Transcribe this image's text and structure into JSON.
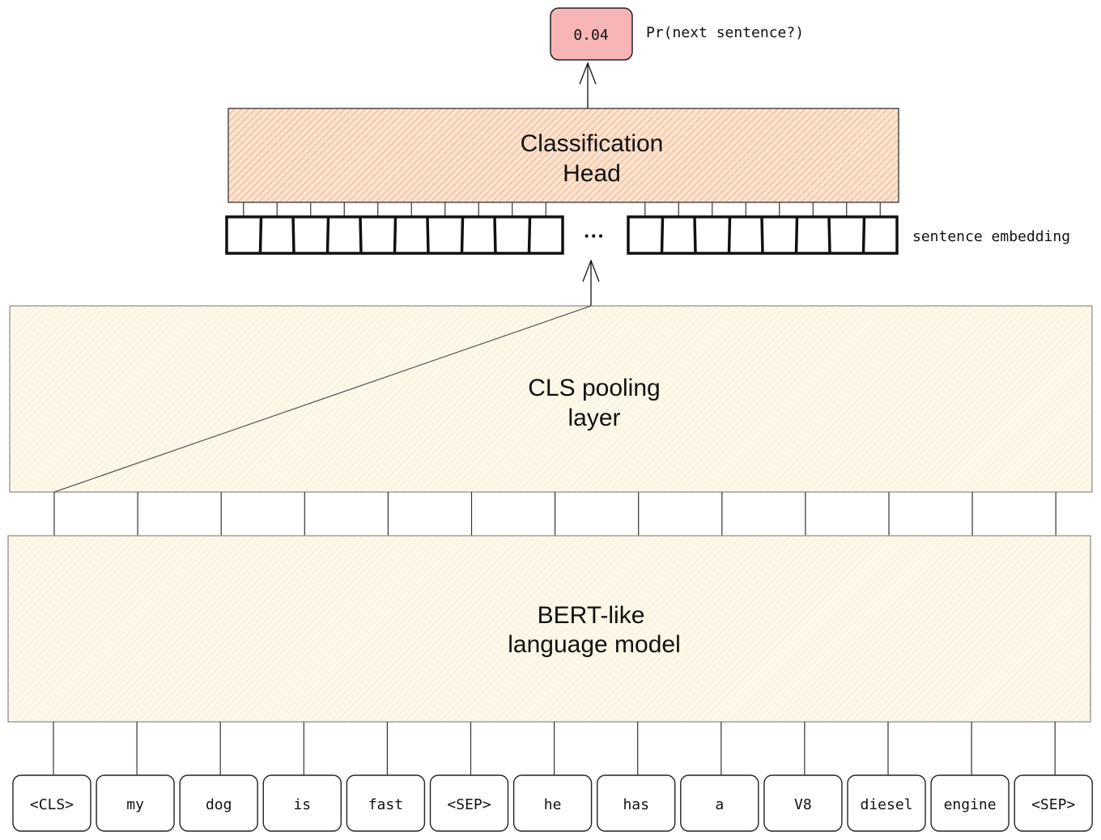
{
  "output": {
    "value": "0.04",
    "label": "Pr(next sentence?)",
    "fill": "#f8b5b6",
    "stroke": "#222222"
  },
  "classification_head": {
    "line1": "Classification",
    "line2": "Head",
    "fill": "#fbe3cf",
    "hatch": "#f0a47a"
  },
  "sentence_embedding": {
    "label": "sentence embedding",
    "ellipsis": "···",
    "left_cells": 10,
    "right_cells": 8
  },
  "pooling_layer": {
    "line1": "CLS pooling",
    "line2": "layer",
    "fill": "#fdf8ea",
    "hatch": "#f1e6c2"
  },
  "language_model": {
    "line1": "BERT-like",
    "line2": "language model",
    "fill": "#fdf8ea",
    "hatch": "#f1e6c2"
  },
  "tokens": [
    "<CLS>",
    "my",
    "dog",
    "is",
    "fast",
    "<SEP>",
    "he",
    "has",
    "a",
    "V8",
    "diesel",
    "engine",
    "<SEP>"
  ]
}
